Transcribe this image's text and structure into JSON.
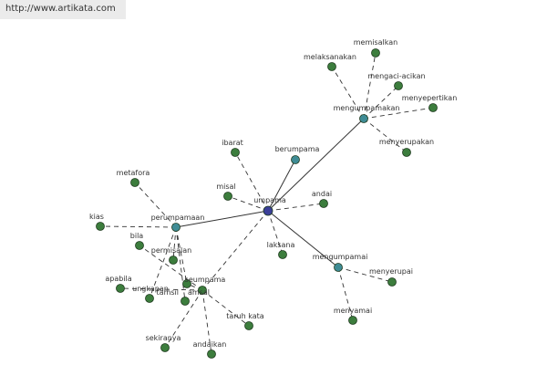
{
  "watermark": {
    "url": "http://www.artikata.com"
  },
  "colors": {
    "hub_node": "#3b3f99",
    "connector_node": "#3f8c95",
    "leaf_node": "#3c7d3d",
    "solid_edge": "#333333",
    "dashed_edge": "#333333",
    "node_stroke": "#1f3b1f"
  },
  "nodes": [
    {
      "id": "umpama",
      "label": "umpama",
      "kind": "hub"
    },
    {
      "id": "berumpama",
      "label": "berumpama",
      "kind": "connector"
    },
    {
      "id": "perumpamaan",
      "label": "perumpamaan",
      "kind": "connector"
    },
    {
      "id": "mengumpamakan",
      "label": "mengumpamakan",
      "kind": "connector"
    },
    {
      "id": "mengumpamai",
      "label": "mengumpamai",
      "kind": "connector"
    },
    {
      "id": "ibarat",
      "label": "ibarat",
      "kind": "leaf"
    },
    {
      "id": "misal",
      "label": "misal",
      "kind": "leaf"
    },
    {
      "id": "andai",
      "label": "andai",
      "kind": "leaf"
    },
    {
      "id": "laksana",
      "label": "laksana",
      "kind": "leaf"
    },
    {
      "id": "seumpama",
      "label": "seumpama",
      "kind": "leaf"
    },
    {
      "id": "metafora",
      "label": "metafora",
      "kind": "leaf"
    },
    {
      "id": "kias",
      "label": "kias",
      "kind": "leaf"
    },
    {
      "id": "bila",
      "label": "bila",
      "kind": "leaf"
    },
    {
      "id": "permisalan",
      "label": "permisalan",
      "kind": "leaf"
    },
    {
      "id": "apabila",
      "label": "apabila",
      "kind": "leaf"
    },
    {
      "id": "ungkapan",
      "label": "ungkapan",
      "kind": "leaf"
    },
    {
      "id": "amsal",
      "label": "amsal",
      "kind": "leaf"
    },
    {
      "id": "tamsil",
      "label": "tamsil",
      "kind": "leaf"
    },
    {
      "id": "taruh-kata",
      "label": "taruh kata",
      "kind": "leaf"
    },
    {
      "id": "sekiranya",
      "label": "sekiranya",
      "kind": "leaf"
    },
    {
      "id": "andaikan",
      "label": "andaikan",
      "kind": "leaf"
    },
    {
      "id": "memisalkan",
      "label": "memisalkan",
      "kind": "leaf"
    },
    {
      "id": "melaksanakan",
      "label": "melaksanakan",
      "kind": "leaf"
    },
    {
      "id": "mengaci-acikan",
      "label": "mengaci-acikan",
      "kind": "leaf"
    },
    {
      "id": "menyepertikan",
      "label": "menyepertikan",
      "kind": "leaf"
    },
    {
      "id": "menyerupakan",
      "label": "menyerupakan",
      "kind": "leaf"
    },
    {
      "id": "menyerupai",
      "label": "menyerupai",
      "kind": "leaf"
    },
    {
      "id": "menyamai",
      "label": "menyamai",
      "kind": "leaf"
    }
  ],
  "edges": [
    {
      "from": "umpama",
      "to": "berumpama",
      "style": "solid"
    },
    {
      "from": "umpama",
      "to": "perumpamaan",
      "style": "solid"
    },
    {
      "from": "umpama",
      "to": "mengumpamakan",
      "style": "solid"
    },
    {
      "from": "umpama",
      "to": "mengumpamai",
      "style": "solid"
    },
    {
      "from": "umpama",
      "to": "ibarat",
      "style": "dashed"
    },
    {
      "from": "umpama",
      "to": "misal",
      "style": "dashed"
    },
    {
      "from": "umpama",
      "to": "andai",
      "style": "dashed"
    },
    {
      "from": "umpama",
      "to": "laksana",
      "style": "dashed"
    },
    {
      "from": "umpama",
      "to": "seumpama",
      "style": "dashed"
    },
    {
      "from": "perumpamaan",
      "to": "metafora",
      "style": "dashed"
    },
    {
      "from": "perumpamaan",
      "to": "kias",
      "style": "dashed"
    },
    {
      "from": "perumpamaan",
      "to": "permisalan",
      "style": "dashed"
    },
    {
      "from": "perumpamaan",
      "to": "ungkapan",
      "style": "dashed"
    },
    {
      "from": "perumpamaan",
      "to": "amsal",
      "style": "dashed"
    },
    {
      "from": "perumpamaan",
      "to": "tamsil",
      "style": "dashed"
    },
    {
      "from": "seumpama",
      "to": "bila",
      "style": "dashed"
    },
    {
      "from": "seumpama",
      "to": "apabila",
      "style": "dashed"
    },
    {
      "from": "seumpama",
      "to": "amsal",
      "style": "dashed"
    },
    {
      "from": "seumpama",
      "to": "taruh-kata",
      "style": "dashed"
    },
    {
      "from": "seumpama",
      "to": "sekiranya",
      "style": "dashed"
    },
    {
      "from": "seumpama",
      "to": "andaikan",
      "style": "dashed"
    },
    {
      "from": "mengumpamakan",
      "to": "memisalkan",
      "style": "dashed"
    },
    {
      "from": "mengumpamakan",
      "to": "melaksanakan",
      "style": "dashed"
    },
    {
      "from": "mengumpamakan",
      "to": "mengaci-acikan",
      "style": "dashed"
    },
    {
      "from": "mengumpamakan",
      "to": "menyepertikan",
      "style": "dashed"
    },
    {
      "from": "mengumpamakan",
      "to": "menyerupakan",
      "style": "dashed"
    },
    {
      "from": "mengumpamai",
      "to": "menyerupai",
      "style": "dashed"
    },
    {
      "from": "mengumpamai",
      "to": "menyamai",
      "style": "dashed"
    }
  ]
}
